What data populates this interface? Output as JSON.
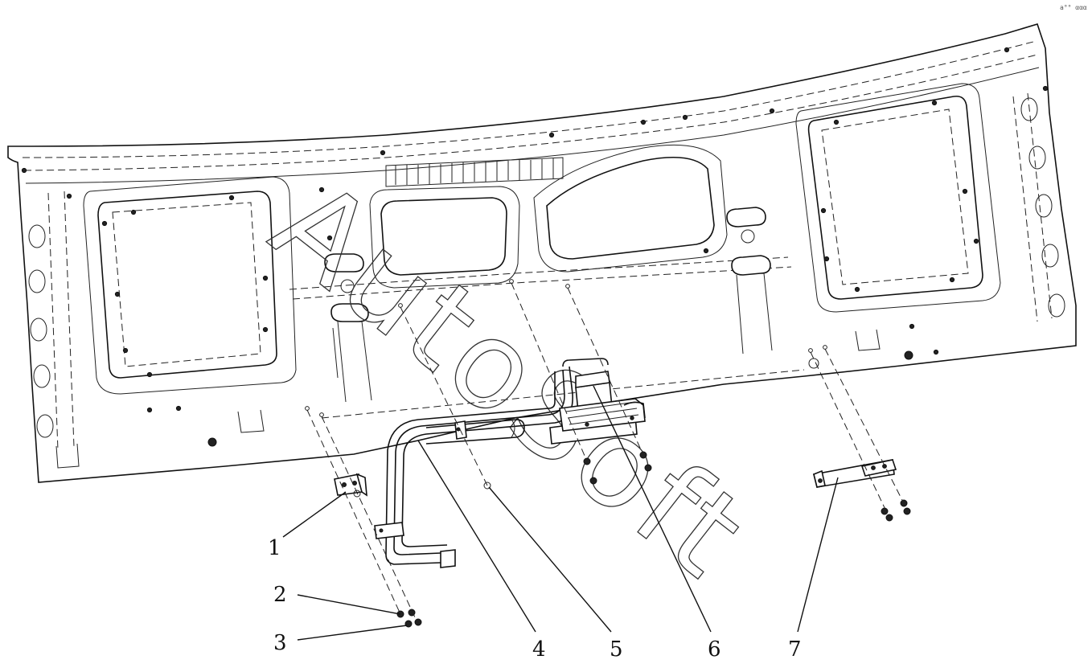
{
  "watermark": "AutoSoft",
  "corner_mark": "a°° ααα",
  "callouts": [
    {
      "label": "1"
    },
    {
      "label": "2"
    },
    {
      "label": "3"
    },
    {
      "label": "4"
    },
    {
      "label": "5"
    },
    {
      "label": "6"
    },
    {
      "label": "7"
    }
  ]
}
